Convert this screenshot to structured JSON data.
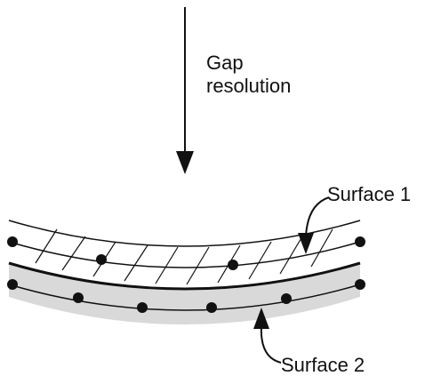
{
  "labels": {
    "gap_resolution_line1": "Gap",
    "gap_resolution_line2": "resolution",
    "surface1": "Surface 1",
    "surface2": "Surface 2"
  },
  "colors": {
    "ink": "#111111",
    "band_fill": "#d9d9d9",
    "background": "#ffffff"
  }
}
